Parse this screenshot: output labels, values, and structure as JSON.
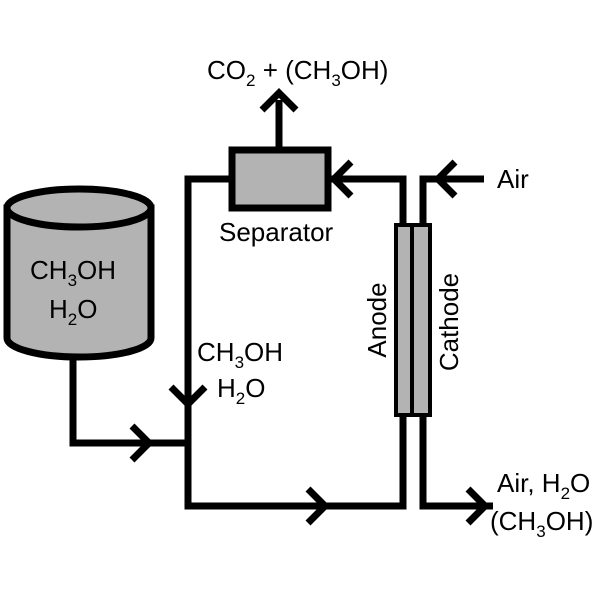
{
  "colors": {
    "fill": "#b3b3b3",
    "stroke": "#000000",
    "background": "#ffffff"
  },
  "labels": {
    "exhaust": {
      "a": "CO",
      "a_sub": "2",
      "b": " + (CH",
      "b_sub": "3",
      "c": "OH)"
    },
    "tank": {
      "line1": {
        "a": "CH",
        "a_sub": "3",
        "b": "OH"
      },
      "line2": {
        "a": "H",
        "a_sub": "2",
        "b": "O"
      }
    },
    "separator": "Separator",
    "feed": {
      "line1": {
        "a": "CH",
        "a_sub": "3",
        "b": "OH"
      },
      "line2": {
        "a": "H",
        "a_sub": "2",
        "b": "O"
      }
    },
    "anode": "Anode",
    "cathode": "Cathode",
    "air_in": "Air",
    "outlet": {
      "line1": {
        "a": "Air, H",
        "a_sub": "2",
        "b": "O"
      },
      "line2": {
        "a": "(CH",
        "a_sub": "3",
        "b": "OH)"
      }
    }
  }
}
